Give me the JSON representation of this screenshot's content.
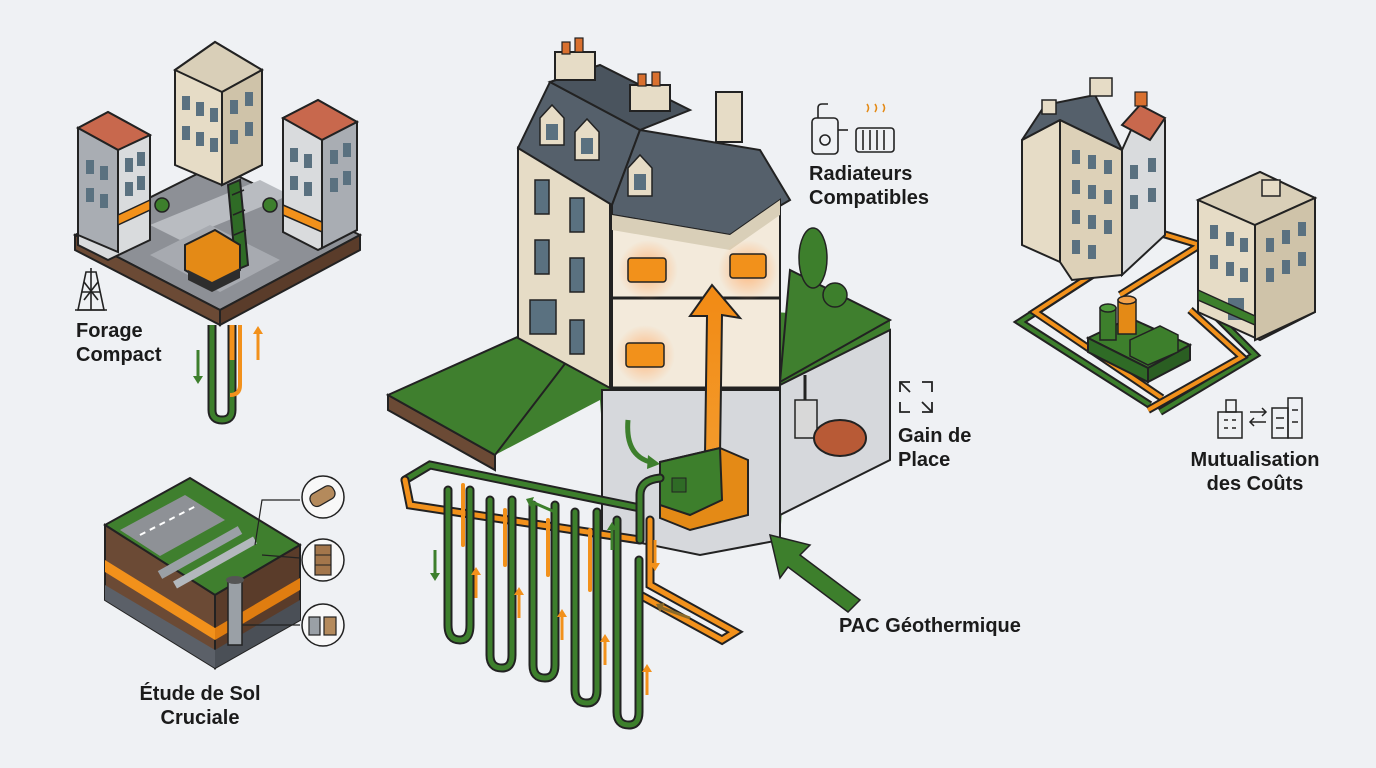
{
  "labels": {
    "forage": "Forage\nCompact",
    "etude": "Étude de Sol\nCruciale",
    "radiateurs": "Radiateurs\nCompatibles",
    "gain": "Gain de\nPlace",
    "pac": "PAC Géothermique",
    "mutualisation": "Mutualisation\ndes Coûts"
  },
  "icons": [
    "drill-rig-icon",
    "boiler-icon",
    "radiator-icon",
    "expand-icon",
    "buildings-exchange-icon",
    "soil-core-icon"
  ],
  "colors": {
    "green": "#3d7f2c",
    "orange": "#f2911b",
    "grass": "#3f7f2e",
    "soil": "#6b4a35",
    "wall": "#e6dcc6",
    "roof": "#55606b",
    "background": "#eff1f4"
  }
}
